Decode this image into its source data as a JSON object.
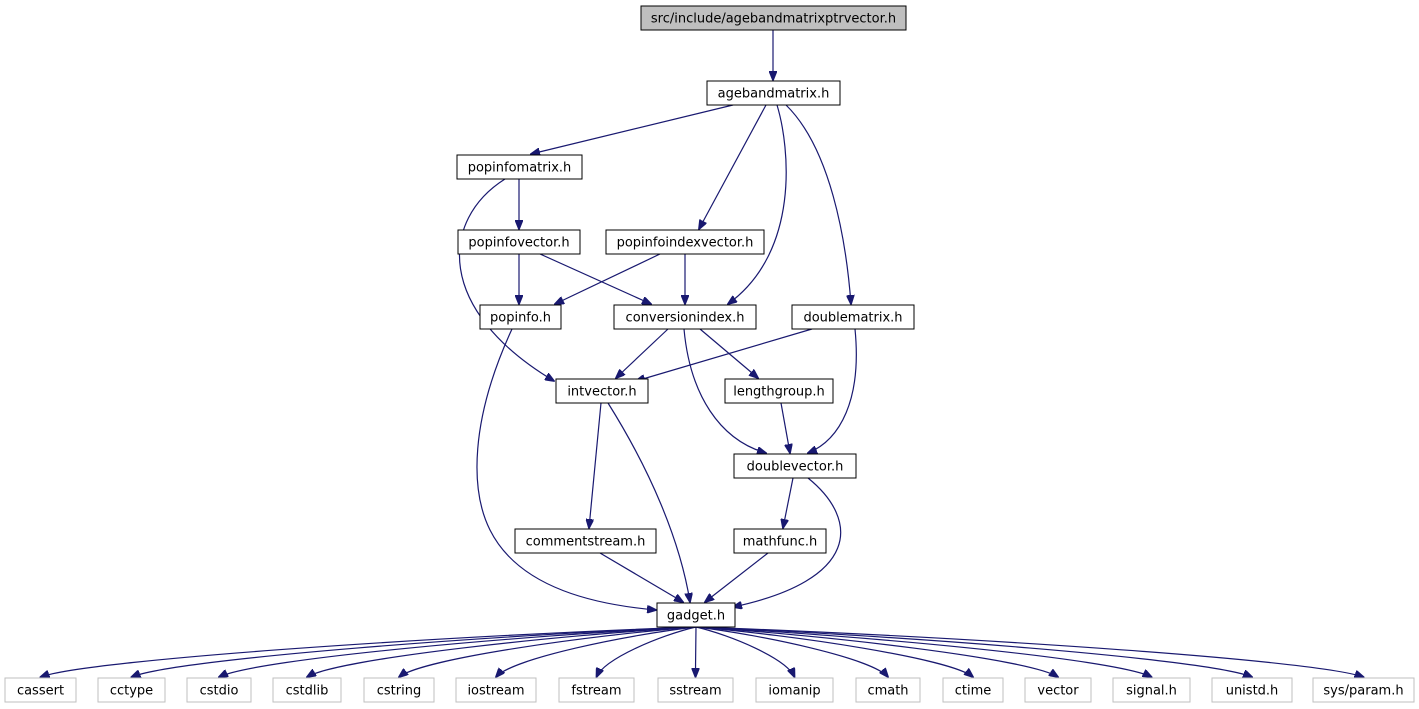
{
  "graph": {
    "title": "src/include/agebandmatrixptrvector.h",
    "colors": {
      "edge": "#191970",
      "root_fill": "#bfbfbf",
      "node_fill": "#ffffff",
      "node_stroke": "#000000",
      "system_stroke": "#bfbfbf",
      "text": "#000000"
    },
    "nodes": [
      {
        "id": "root",
        "label": "src/include/agebandmatrixptrvector.h",
        "kind": "root"
      },
      {
        "id": "agebandmatrix",
        "label": "agebandmatrix.h",
        "kind": "local"
      },
      {
        "id": "popinfomatrix",
        "label": "popinfomatrix.h",
        "kind": "local"
      },
      {
        "id": "popinfovector",
        "label": "popinfovector.h",
        "kind": "local"
      },
      {
        "id": "popinfoindexvector",
        "label": "popinfoindexvector.h",
        "kind": "local"
      },
      {
        "id": "popinfo",
        "label": "popinfo.h",
        "kind": "local"
      },
      {
        "id": "conversionindex",
        "label": "conversionindex.h",
        "kind": "local"
      },
      {
        "id": "doublematrix",
        "label": "doublematrix.h",
        "kind": "local"
      },
      {
        "id": "intvector",
        "label": "intvector.h",
        "kind": "local"
      },
      {
        "id": "lengthgroup",
        "label": "lengthgroup.h",
        "kind": "local"
      },
      {
        "id": "doublevector",
        "label": "doublevector.h",
        "kind": "local"
      },
      {
        "id": "commentstream",
        "label": "commentstream.h",
        "kind": "local"
      },
      {
        "id": "mathfunc",
        "label": "mathfunc.h",
        "kind": "local"
      },
      {
        "id": "gadget",
        "label": "gadget.h",
        "kind": "local"
      },
      {
        "id": "cassert",
        "label": "cassert",
        "kind": "system"
      },
      {
        "id": "cctype",
        "label": "cctype",
        "kind": "system"
      },
      {
        "id": "cstdio",
        "label": "cstdio",
        "kind": "system"
      },
      {
        "id": "cstdlib",
        "label": "cstdlib",
        "kind": "system"
      },
      {
        "id": "cstring",
        "label": "cstring",
        "kind": "system"
      },
      {
        "id": "iostream",
        "label": "iostream",
        "kind": "system"
      },
      {
        "id": "fstream",
        "label": "fstream",
        "kind": "system"
      },
      {
        "id": "sstream",
        "label": "sstream",
        "kind": "system"
      },
      {
        "id": "iomanip",
        "label": "iomanip",
        "kind": "system"
      },
      {
        "id": "cmath",
        "label": "cmath",
        "kind": "system"
      },
      {
        "id": "ctime",
        "label": "ctime",
        "kind": "system"
      },
      {
        "id": "vector",
        "label": "vector",
        "kind": "system"
      },
      {
        "id": "signal",
        "label": "signal.h",
        "kind": "system"
      },
      {
        "id": "unistd",
        "label": "unistd.h",
        "kind": "system"
      },
      {
        "id": "sysparam",
        "label": "sys/param.h",
        "kind": "system"
      }
    ],
    "edges": [
      {
        "from": "root",
        "to": "agebandmatrix"
      },
      {
        "from": "agebandmatrix",
        "to": "popinfomatrix"
      },
      {
        "from": "agebandmatrix",
        "to": "popinfoindexvector"
      },
      {
        "from": "agebandmatrix",
        "to": "conversionindex"
      },
      {
        "from": "agebandmatrix",
        "to": "doublematrix"
      },
      {
        "from": "popinfomatrix",
        "to": "popinfovector"
      },
      {
        "from": "popinfomatrix",
        "to": "intvector"
      },
      {
        "from": "popinfovector",
        "to": "popinfo"
      },
      {
        "from": "popinfovector",
        "to": "conversionindex"
      },
      {
        "from": "popinfoindexvector",
        "to": "popinfo"
      },
      {
        "from": "popinfoindexvector",
        "to": "conversionindex"
      },
      {
        "from": "popinfo",
        "to": "gadget"
      },
      {
        "from": "conversionindex",
        "to": "intvector"
      },
      {
        "from": "conversionindex",
        "to": "lengthgroup"
      },
      {
        "from": "conversionindex",
        "to": "doublevector"
      },
      {
        "from": "doublematrix",
        "to": "intvector"
      },
      {
        "from": "doublematrix",
        "to": "doublevector"
      },
      {
        "from": "lengthgroup",
        "to": "doublevector"
      },
      {
        "from": "intvector",
        "to": "commentstream"
      },
      {
        "from": "intvector",
        "to": "gadget"
      },
      {
        "from": "doublevector",
        "to": "mathfunc"
      },
      {
        "from": "doublevector",
        "to": "gadget"
      },
      {
        "from": "commentstream",
        "to": "gadget"
      },
      {
        "from": "mathfunc",
        "to": "gadget"
      },
      {
        "from": "gadget",
        "to": "cassert"
      },
      {
        "from": "gadget",
        "to": "cctype"
      },
      {
        "from": "gadget",
        "to": "cstdio"
      },
      {
        "from": "gadget",
        "to": "cstdlib"
      },
      {
        "from": "gadget",
        "to": "cstring"
      },
      {
        "from": "gadget",
        "to": "iostream"
      },
      {
        "from": "gadget",
        "to": "fstream"
      },
      {
        "from": "gadget",
        "to": "sstream"
      },
      {
        "from": "gadget",
        "to": "iomanip"
      },
      {
        "from": "gadget",
        "to": "cmath"
      },
      {
        "from": "gadget",
        "to": "ctime"
      },
      {
        "from": "gadget",
        "to": "vector"
      },
      {
        "from": "gadget",
        "to": "signal"
      },
      {
        "from": "gadget",
        "to": "unistd"
      },
      {
        "from": "gadget",
        "to": "sysparam"
      }
    ]
  }
}
